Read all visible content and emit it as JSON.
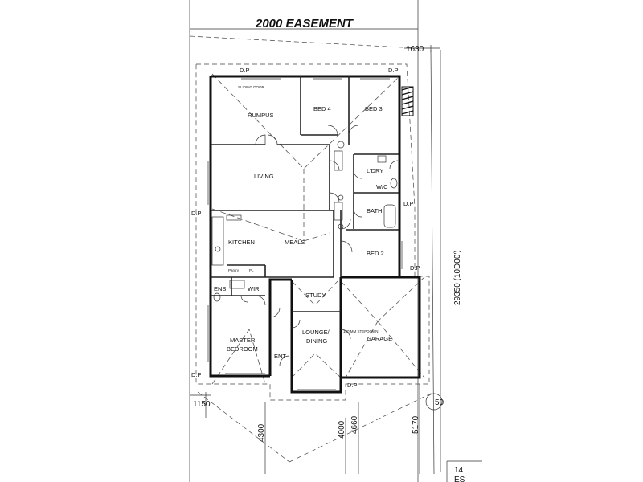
{
  "plan": {
    "title": "2000 EASEMENT",
    "rooms": {
      "rumpus": "RUMPUS",
      "bed4": "BED 4",
      "bed3": "BED 3",
      "living": "LIVING",
      "laundry": "L'DRY",
      "wc": "W/C",
      "bath": "BATH",
      "kitchen": "KITCHEN",
      "meals": "MEALS",
      "bed2": "BED 2",
      "ens": "ENS",
      "wir": "WIR",
      "study": "STUDY",
      "master_line1": "MASTER",
      "master_line2": "BEDROOM",
      "lounge_line1": "LOUNGE/",
      "lounge_line2": "DINING",
      "garage": "GARAGE",
      "entry": "ENT",
      "pantry": "Pantry",
      "pantry_short": "PL"
    },
    "notes": {
      "sliding_door": "SLIDING DOOR",
      "step_down": "100 MM STEPDOWN",
      "dp": "D.P"
    },
    "dimensions": {
      "top_right": "1630",
      "depth": "29350 (10D00')",
      "left_setback": "1150",
      "d4300": "4300",
      "d4000": "4000",
      "d4660": "4660",
      "d5170": "5170",
      "bearing": "50"
    },
    "corner_fragments": {
      "line1": "14",
      "line2": "ES"
    }
  }
}
